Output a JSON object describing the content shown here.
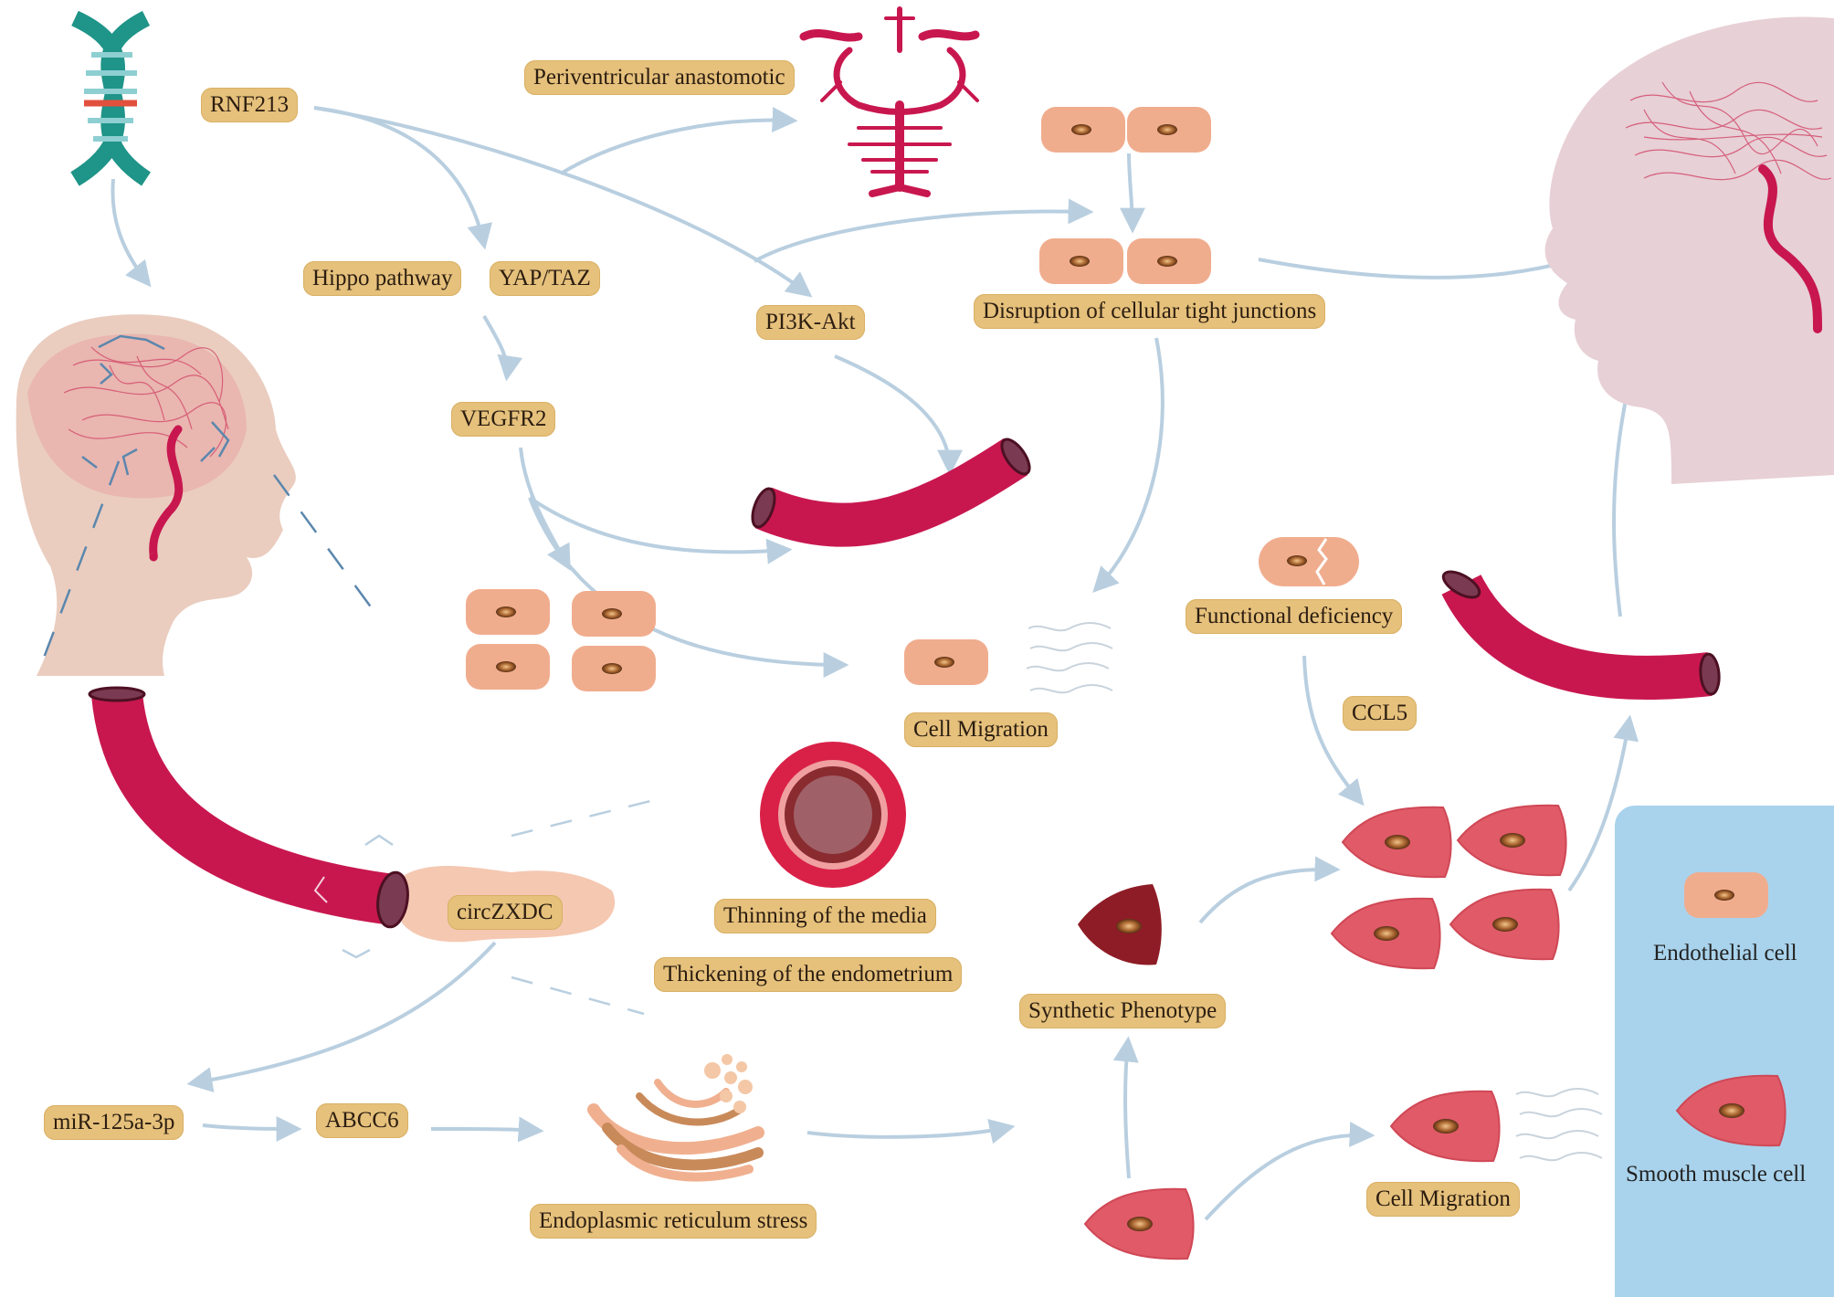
{
  "labels": {
    "rnf213": "RNF213",
    "periventricular": "Periventricular anastomotic",
    "hippo": "Hippo pathway",
    "yap_taz": "YAP/TAZ",
    "vegfr2": "VEGFR2",
    "pi3k": "PI3K-Akt",
    "tight_junctions": "Disruption of cellular tight junctions",
    "functional_deficiency": "Functional deficiency",
    "ccl5": "CCL5",
    "cell_migration_top": "Cell Migration",
    "circzxdc": "circZXDC",
    "thinning": "Thinning of the media",
    "thickening": "Thickening of the endometrium",
    "synthetic_phenotype": "Synthetic Phenotype",
    "mir": "miR-125a-3p",
    "abcc6": "ABCC6",
    "er_stress": "Endoplasmic reticulum stress",
    "cell_migration_bottom": "Cell Migration"
  },
  "legend": {
    "endothelial": "Endothelial cell",
    "smooth_muscle": "Smooth muscle cell"
  },
  "colors": {
    "label_fill": "#e6c17c",
    "arrow": "#b9cfe0",
    "vessel": "#c8174f",
    "endothelial": "#f0ad8e",
    "smooth_muscle": "#e05a68",
    "synthetic": "#8e1c26",
    "dna": "#1f9488",
    "legend_bg": "#a9d3ec"
  }
}
